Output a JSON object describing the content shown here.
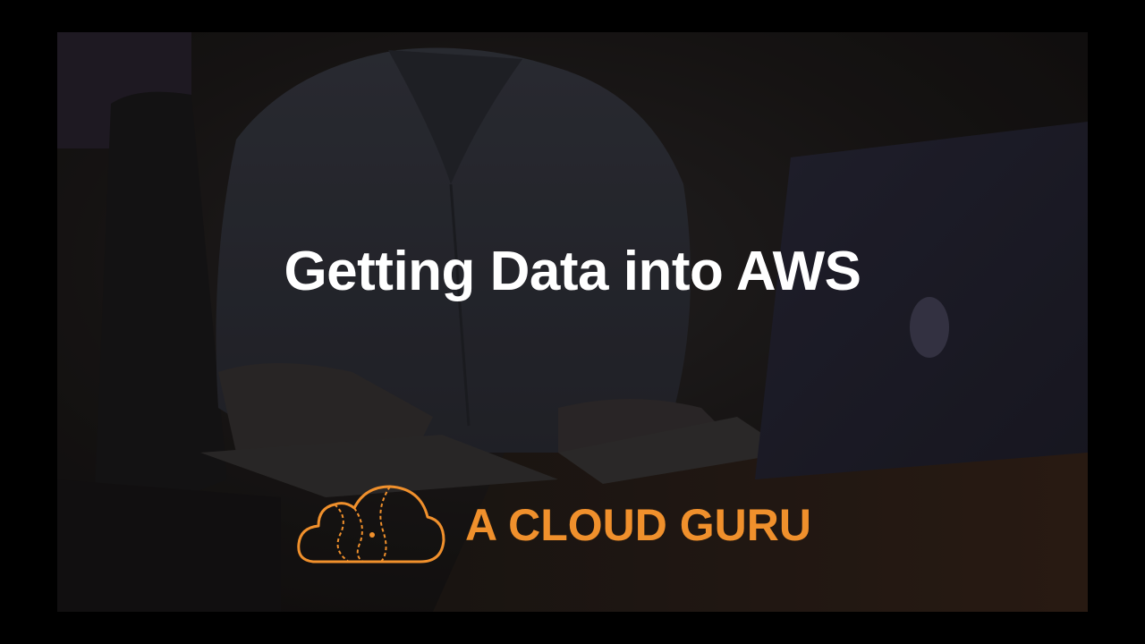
{
  "slide": {
    "title": "Getting Data into AWS",
    "background_image": "person-writing-beside-laptop-photo"
  },
  "brand": {
    "name": "A CLOUD GURU",
    "logo_icon": "cloud-icon",
    "color": "#f0902c"
  },
  "colors": {
    "letterbox": "#000000",
    "title_text": "#ffffff",
    "brand_orange": "#f0902c"
  }
}
